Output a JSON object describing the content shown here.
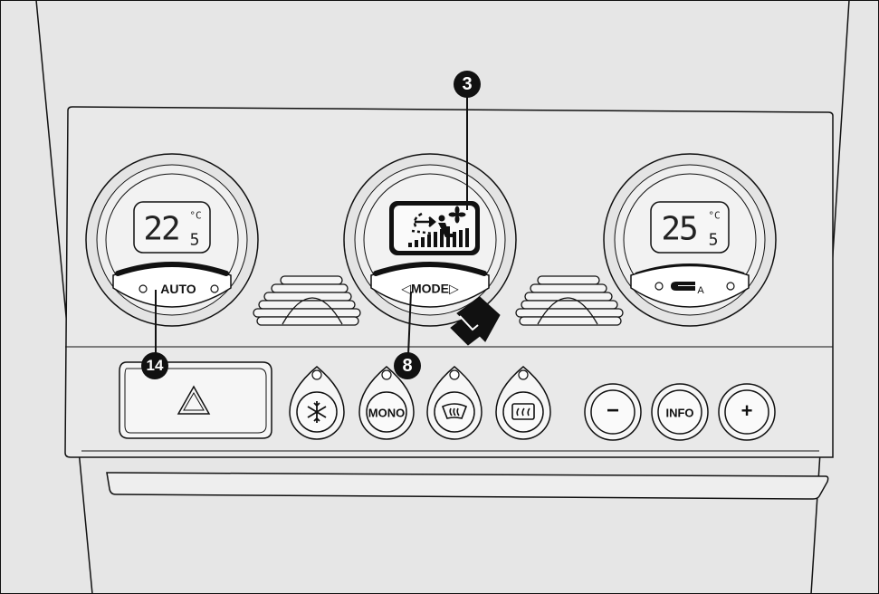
{
  "display": {
    "left_temp": {
      "main": "22",
      "decimal": "5",
      "unit": "°C"
    },
    "right_temp": {
      "main": "25",
      "decimal": "5",
      "unit": "°C"
    }
  },
  "buttons": {
    "auto": "AUTO",
    "mode": "MODE",
    "mono": "MONO",
    "info": "INFO",
    "minus": "−",
    "plus": "+",
    "recirc_suffix": "A"
  },
  "callouts": {
    "display": "3",
    "mode": "8",
    "auto": "14"
  },
  "icons": {
    "hazard": "warning-triangle-icon",
    "ac": "snowflake-icon",
    "front_demist": "windscreen-demist-icon",
    "rear_demist": "rear-window-heater-icon",
    "recirculation": "air-recirculation-icon",
    "fan": "fan-icon",
    "airflow": "airflow-distribution-icon"
  }
}
